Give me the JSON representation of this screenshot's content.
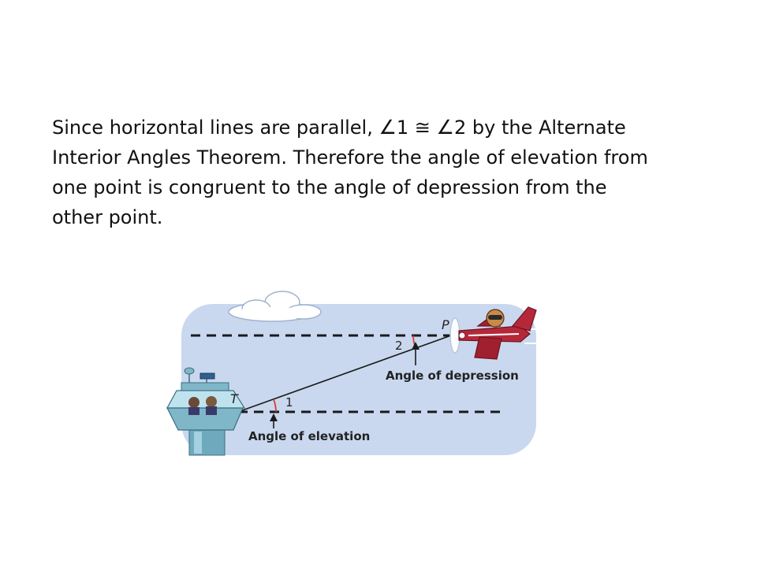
{
  "paragraph": {
    "line1_a": "Since horizontal lines are parallel, ",
    "angle_symbol": "∠",
    "num_1": "1",
    "congruent_symbol": " ≅ ",
    "num_2": "2",
    "line1_b": " by the Alternate",
    "line2": "Interior Angles Theorem. Therefore the angle of elevation from",
    "line3": "one point is congruent to the angle of depression from the",
    "line4": "other point."
  },
  "figure": {
    "point_top_label": "P",
    "point_bottom_label": "T",
    "angle1_label": "1",
    "angle2_label": "2",
    "depression_label": "Angle of depression",
    "elevation_label": "Angle of elevation",
    "colors": {
      "sky": "#c9d8ef",
      "plane": "#b5283a",
      "tower": "#7fb7c9",
      "angle_arc": "#d23c3c",
      "dashes": "#1a1a1a"
    }
  }
}
